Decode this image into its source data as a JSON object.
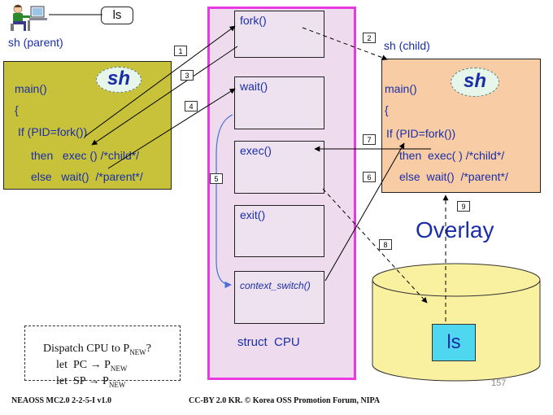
{
  "terminal": {
    "command": "ls"
  },
  "parent": {
    "label": "sh (parent)",
    "badge": "sh",
    "lines": [
      "main()",
      "{",
      "If (PID=fork())",
      "then   exec () /*child*/",
      "else   wait()  /*parent*/"
    ]
  },
  "child": {
    "label": "sh (child)",
    "badge": "sh",
    "lines": [
      "main()",
      "{",
      "If (PID=fork())",
      "then  exec( ) /*child*/",
      "else  wait()  /*parent*/"
    ]
  },
  "cpu": {
    "title": "struct  CPU",
    "procs": [
      "fork()",
      "wait()",
      "exec()",
      "exit()",
      "context_switch()"
    ]
  },
  "steps": [
    "1",
    "2",
    "3",
    "4",
    "5",
    "6",
    "7",
    "8",
    "9"
  ],
  "overlay": "Overlay",
  "disk": {
    "file": "ls"
  },
  "dispatch": {
    "line1": "Dispatch CPU to P",
    "line1_sub": "NEW",
    "line1_end": "?",
    "line2": "let  PC → P",
    "line2_sub": "NEW",
    "line3": "let  SP → P",
    "line3_sub": "NEW"
  },
  "footer": {
    "left": "NEAOSS MC2.0 2-2-5-I v1.0",
    "center": "CC-BY 2.0 KR. © Korea OSS Promotion Forum, NIPA",
    "page": "157"
  },
  "colors": {
    "parent_fill": "#c8c23a",
    "child_fill": "#f8cca4",
    "cpu_fill": "#eedcee",
    "cpu_border": "#e83ae0",
    "disk_fill": "#faf1a0",
    "ls_fill": "#4fd7ef"
  }
}
